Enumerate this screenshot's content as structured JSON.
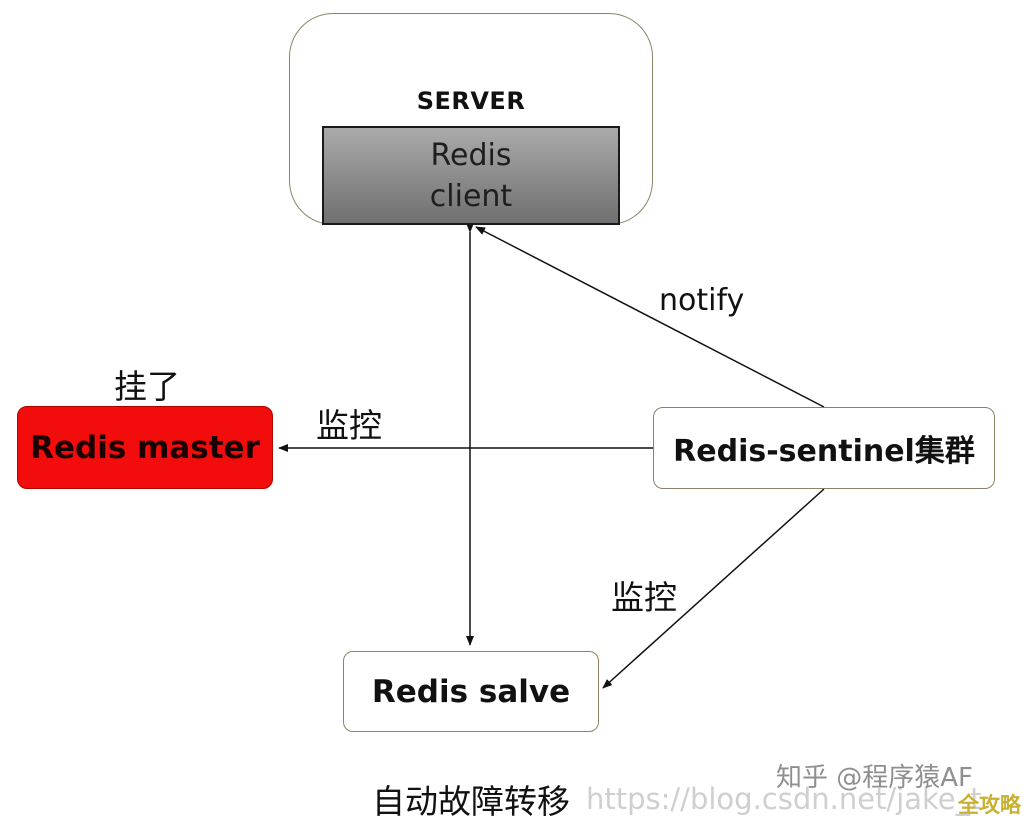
{
  "server": {
    "title": "SERVER",
    "client_line1": "Redis",
    "client_line2": "client"
  },
  "master": {
    "label": "Redis master",
    "status": "挂了"
  },
  "sentinel": {
    "label": "Redis-sentinel集群"
  },
  "slave": {
    "label": "Redis salve"
  },
  "edges": {
    "notify": "notify",
    "monitor_master": "监控",
    "monitor_slave": "监控"
  },
  "caption": "自动故障转移",
  "watermarks": {
    "zhihu": "知乎 @程序猿AF",
    "url": "https://blog.csdn.net/jake_t",
    "corner": "全攻略"
  },
  "colors": {
    "master_fill": "#f20c0c",
    "box_border": "#8c8366",
    "client_fill": "#8c8c8c"
  }
}
